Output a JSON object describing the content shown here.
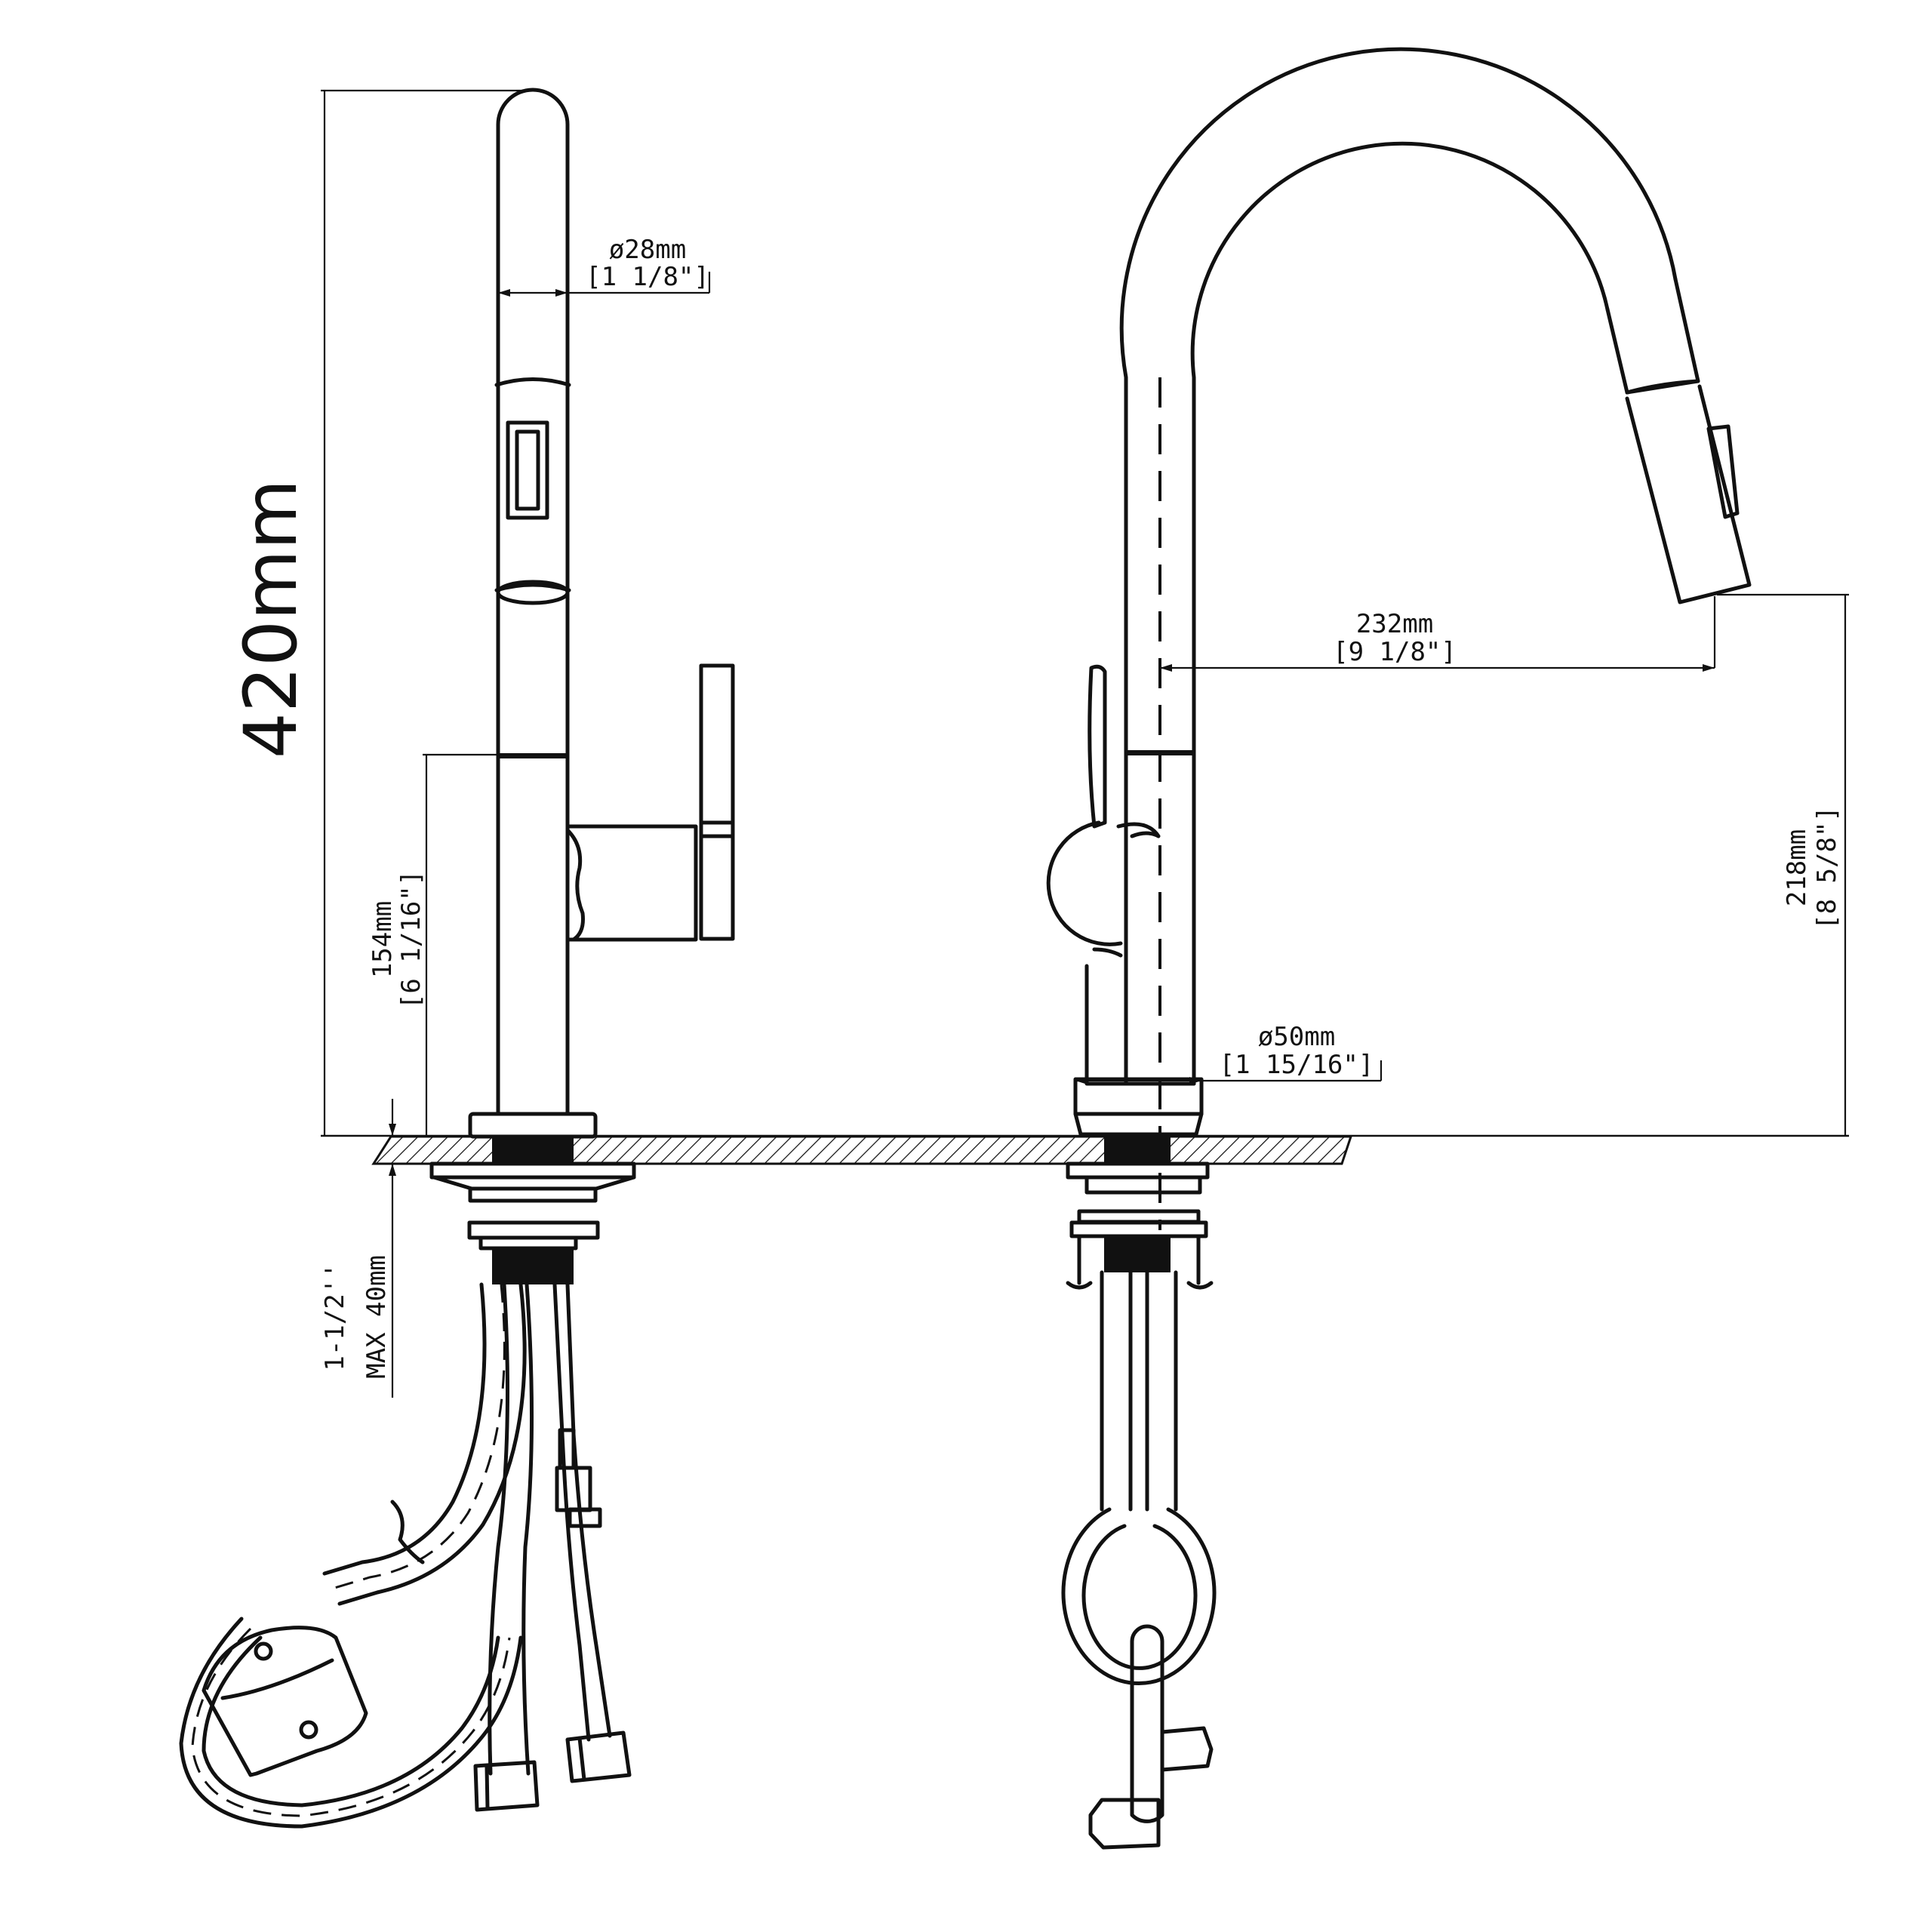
{
  "dimensions": {
    "height_total": "420mm",
    "spout_diameter_mm": "ø28mm",
    "spout_diameter_in": "[1 1/8\"]",
    "handle_height_mm": "154mm",
    "handle_height_in": "[6 1/16\"]",
    "reach_mm": "232mm",
    "reach_in": "[9 1/8\"]",
    "spout_height_mm": "218mm",
    "spout_height_in": "[8 5/8\"]",
    "base_diameter_mm": "ø50mm",
    "base_diameter_in": "[1 15/16\"]",
    "deck_thickness_line1": "1-1/2''",
    "deck_thickness_line2": "MAX  40mm"
  }
}
